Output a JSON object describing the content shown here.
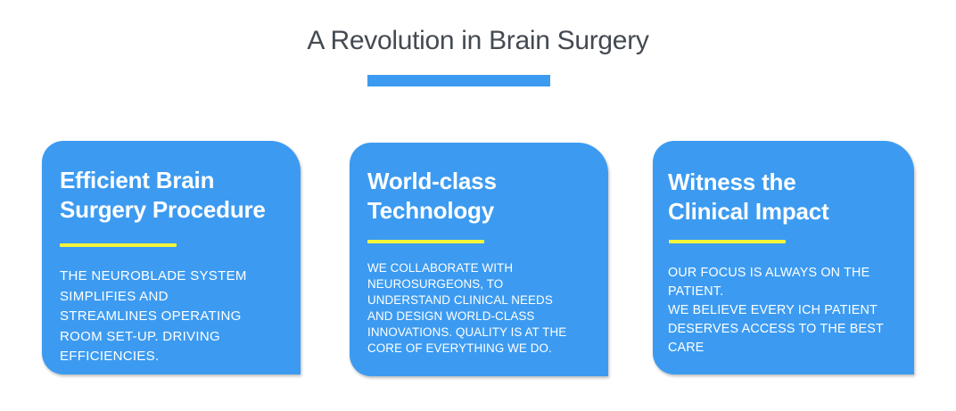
{
  "header": {
    "title": "A Revolution in Brain Surgery"
  },
  "colors": {
    "card_background": "#3c9bf1",
    "accent_bar": "#f5f53a",
    "title_text": "#444a52"
  },
  "cards": [
    {
      "title": "Efficient Brain\nSurgery Procedure",
      "text": "THE NEUROBLADE SYSTEM\nSIMPLIFIES AND\nSTREAMLINES OPERATING\nROOM SET-UP. DRIVING\nEFFICIENCIES."
    },
    {
      "title": "World-class\nTechnology",
      "text": "WE COLLABORATE WITH\nNEUROSURGEONS, TO\nUNDERSTAND CLINICAL NEEDS\nAND DESIGN WORLD-CLASS\nINNOVATIONS. QUALITY IS AT THE\nCORE OF EVERYTHING WE DO."
    },
    {
      "title": "Witness the\nClinical Impact",
      "text": "OUR FOCUS IS ALWAYS ON THE\nPATIENT.\nWE BELIEVE EVERY ICH PATIENT\nDESERVES ACCESS TO THE BEST\nCARE"
    }
  ]
}
